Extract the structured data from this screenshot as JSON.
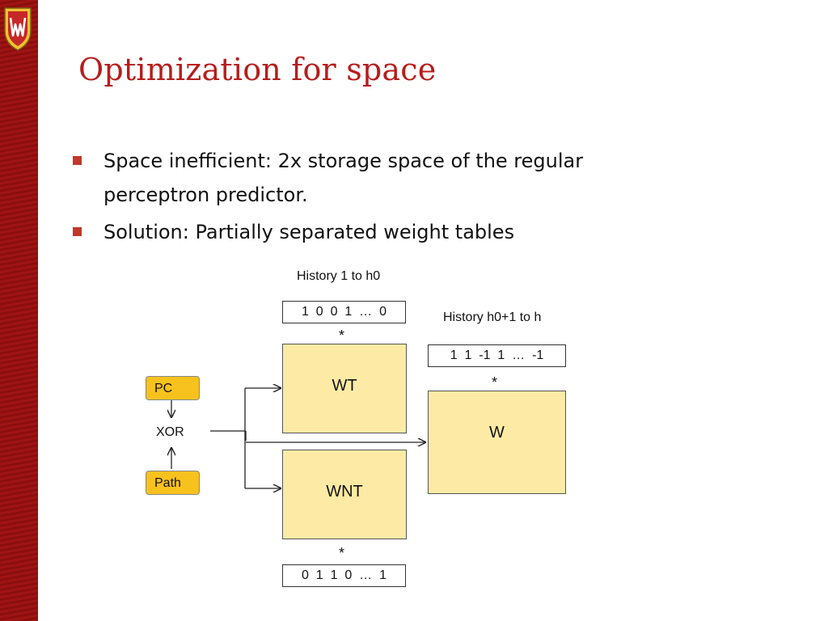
{
  "slide": {
    "title": "Optimization for space",
    "bullets": [
      "Space inefficient: 2x storage space of the regular perceptron predictor.",
      "Solution: Partially separated weight tables"
    ],
    "accent_color": "#b71c1c",
    "bullet_color": "#c0392b",
    "sidebar_color": "#a01414"
  },
  "diagram": {
    "history1_label": "History 1  to h0",
    "history1_vector": "1  0  0  1  …  0",
    "history2_label": "History h0+1 to h",
    "history2_vector": "1  1  -1  1  …  -1",
    "wnt_vector": "0  1  1  0  …  1",
    "star": "*",
    "wt_label": "WT",
    "wnt_label": "WNT",
    "w_label": "W",
    "pc_label": "PC",
    "xor_label": "XOR",
    "path_label": "Path",
    "box_fill": "#fdeba5",
    "tag_fill": "#f7c21e"
  }
}
